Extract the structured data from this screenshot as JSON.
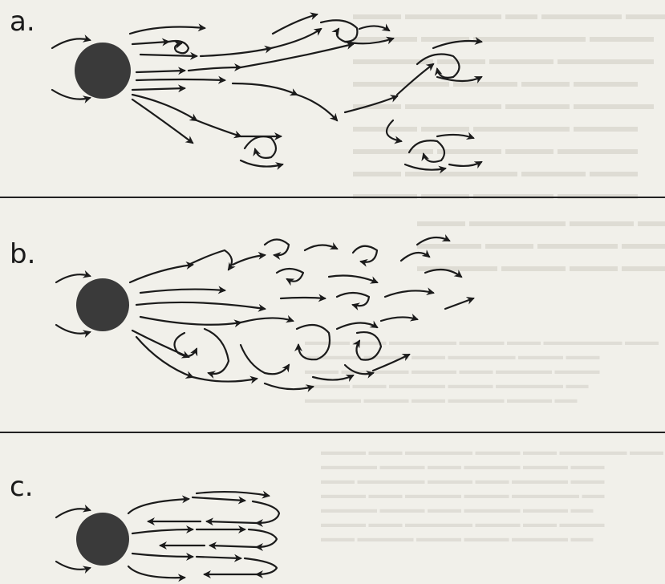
{
  "figure": {
    "panels": [
      {
        "id": "a",
        "label": "a.",
        "regime": "turbulent wake with shed vortices"
      },
      {
        "id": "b",
        "label": "b.",
        "regime": "chaotic wake with many small eddies"
      },
      {
        "id": "c",
        "label": "c.",
        "regime": "closed recirculating loops"
      }
    ],
    "colors": {
      "background": "#f1f0ea",
      "ink": "#1b1b1b",
      "cylinder": "#3a3a3a",
      "bleed_through": "#d6d4cc"
    }
  }
}
